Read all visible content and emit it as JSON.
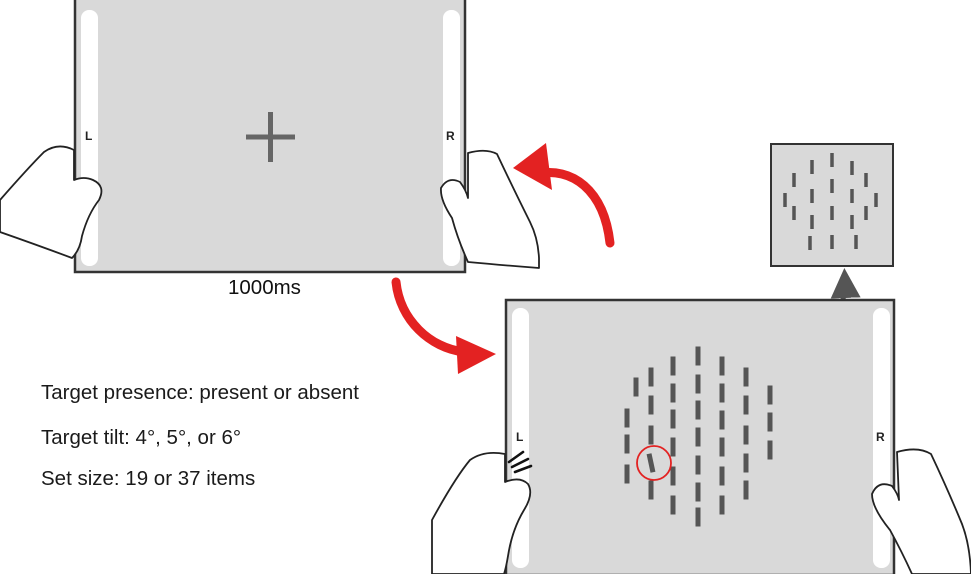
{
  "screens": {
    "fixation": {
      "left_label": "L",
      "right_label": "R",
      "duration_label": "1000ms"
    },
    "search": {
      "left_label": "L",
      "right_label": "R"
    }
  },
  "conditions": [
    "Target presence: present or absent",
    "Target tilt: 4°, 5°, or 6°",
    "Set size: 19 or 37 items"
  ],
  "colors": {
    "screen_fill": "#d9d9d9",
    "screen_border": "#333333",
    "bar_fill": "#555555",
    "arrow_red": "#e32222",
    "arrow_gray": "#555555",
    "target_circle": "#e32222"
  },
  "icons": [
    "hand-left-icon",
    "hand-right-icon",
    "fixation-cross-icon",
    "tap-marks-icon",
    "curved-arrow-icon",
    "double-arrow-icon"
  ]
}
